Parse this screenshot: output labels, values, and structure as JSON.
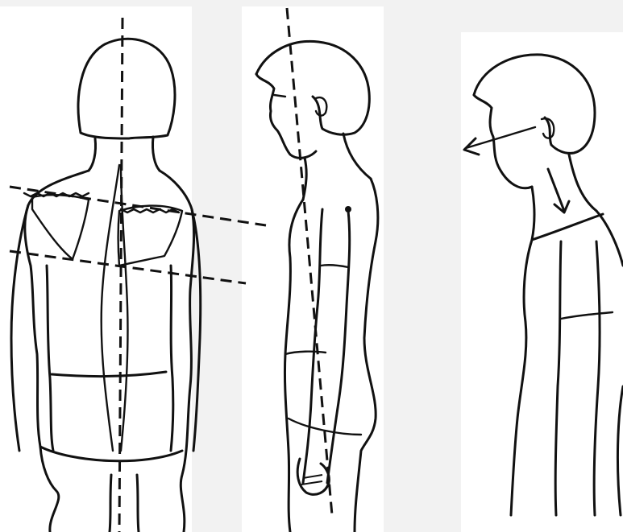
{
  "figure": {
    "panels": [
      "back-view",
      "side-view",
      "forward-head-view"
    ],
    "colors": {
      "ink": "#111111",
      "paper": "#ffffff",
      "background": "#f2f2f2"
    }
  }
}
